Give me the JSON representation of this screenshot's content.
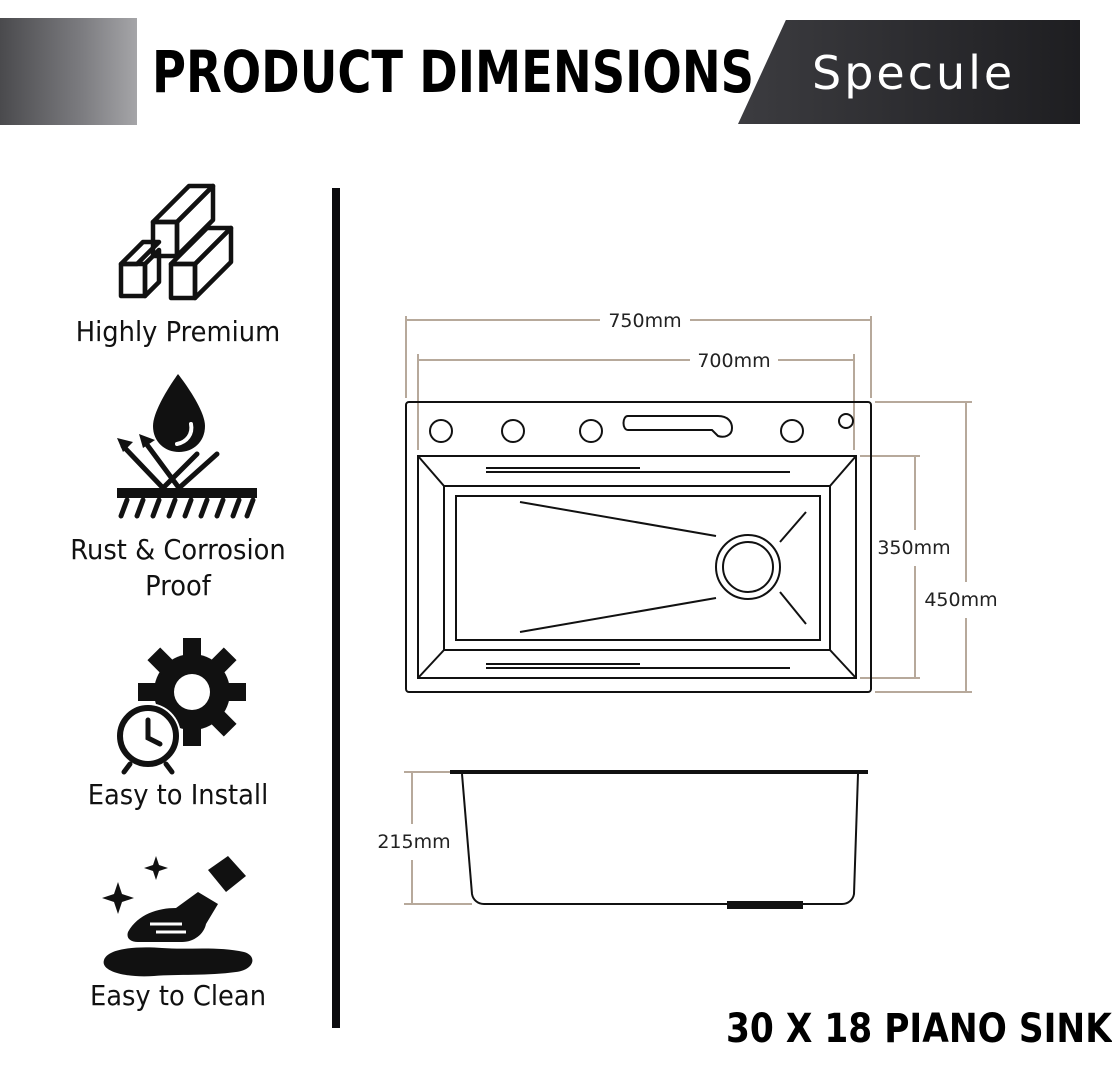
{
  "header": {
    "title": "PRODUCT DIMENSIONS",
    "brand": "Specule"
  },
  "features": [
    {
      "label": "Highly Premium",
      "icon": "stacked-bars-icon"
    },
    {
      "label": "Rust & Corrosion Proof",
      "icon": "water-repel-icon"
    },
    {
      "label": "Easy to Install",
      "icon": "gear-clock-icon"
    },
    {
      "label": "Easy to Clean",
      "icon": "wipe-clean-icon"
    }
  ],
  "dimensions": {
    "overall_width": "750mm",
    "inner_width": "700mm",
    "inner_depth": "350mm",
    "overall_depth": "450mm",
    "bowl_height": "215mm"
  },
  "product": {
    "name": "30 X 18 PIANO SINK"
  },
  "colors": {
    "dimension_line": "#b7a99b",
    "banner": "#2a2a2d",
    "divider": "#0b0b0e"
  }
}
